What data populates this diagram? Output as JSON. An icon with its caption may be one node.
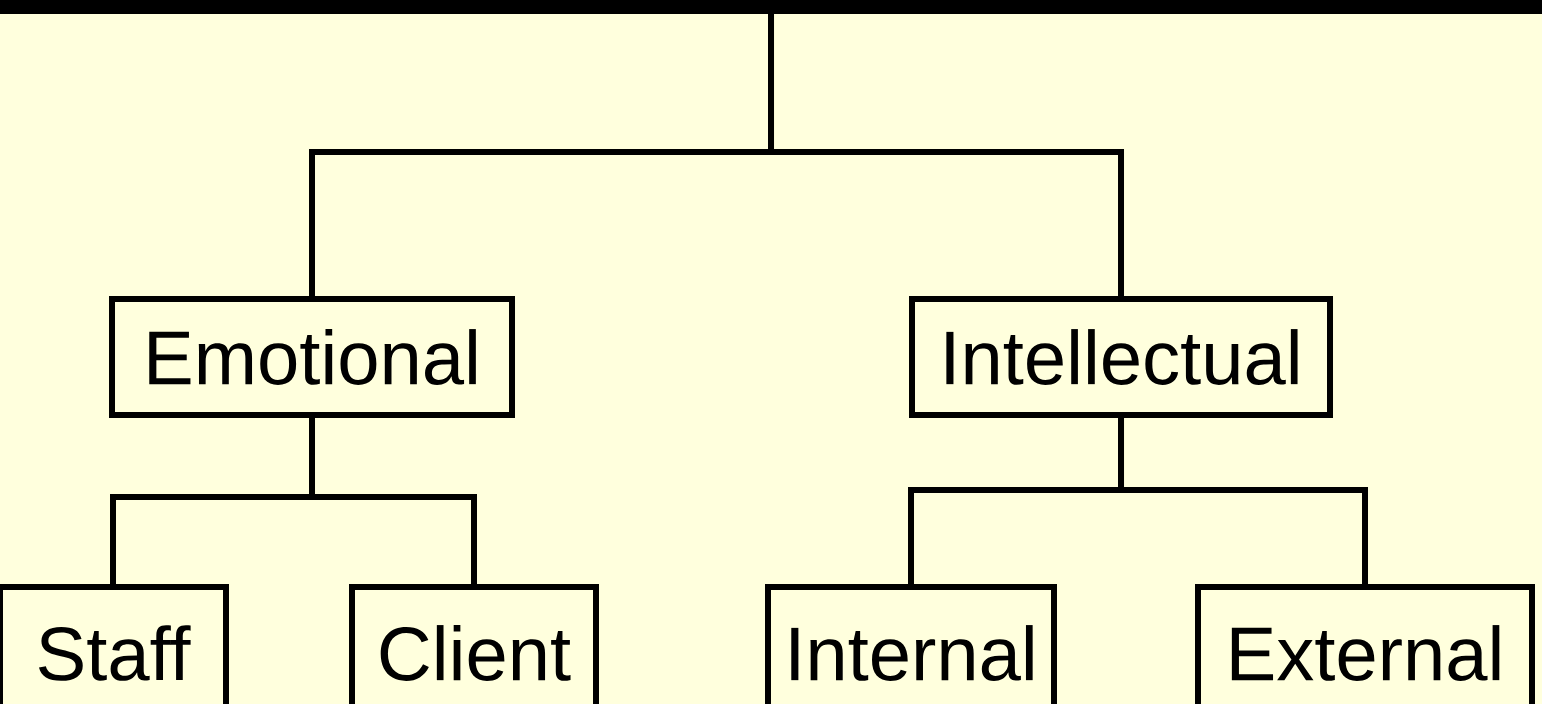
{
  "diagram": {
    "nodes": [
      {
        "text": [],
        "shape": "box"
      },
      {
        "text": [
          "Emotional"
        ]
      },
      {
        "text": [
          "Intellectual"
        ]
      },
      {
        "text": [
          "Staff"
        ]
      },
      {
        "text": [
          "Client"
        ]
      },
      {
        "text": [
          "Internal"
        ]
      },
      {
        "text": [
          "External"
        ]
      }
    ],
    "edges": [
      {
        "from": 0,
        "to": 1,
        "arrow": "none"
      },
      {
        "from": 0,
        "to": 2,
        "arrow": "none"
      },
      {
        "from": 1,
        "to": 3,
        "arrow": "none"
      },
      {
        "from": 1,
        "to": 4,
        "arrow": "none"
      },
      {
        "from": 2,
        "to": 5,
        "arrow": "none"
      },
      {
        "from": 2,
        "to": 6,
        "arrow": "none"
      }
    ]
  }
}
